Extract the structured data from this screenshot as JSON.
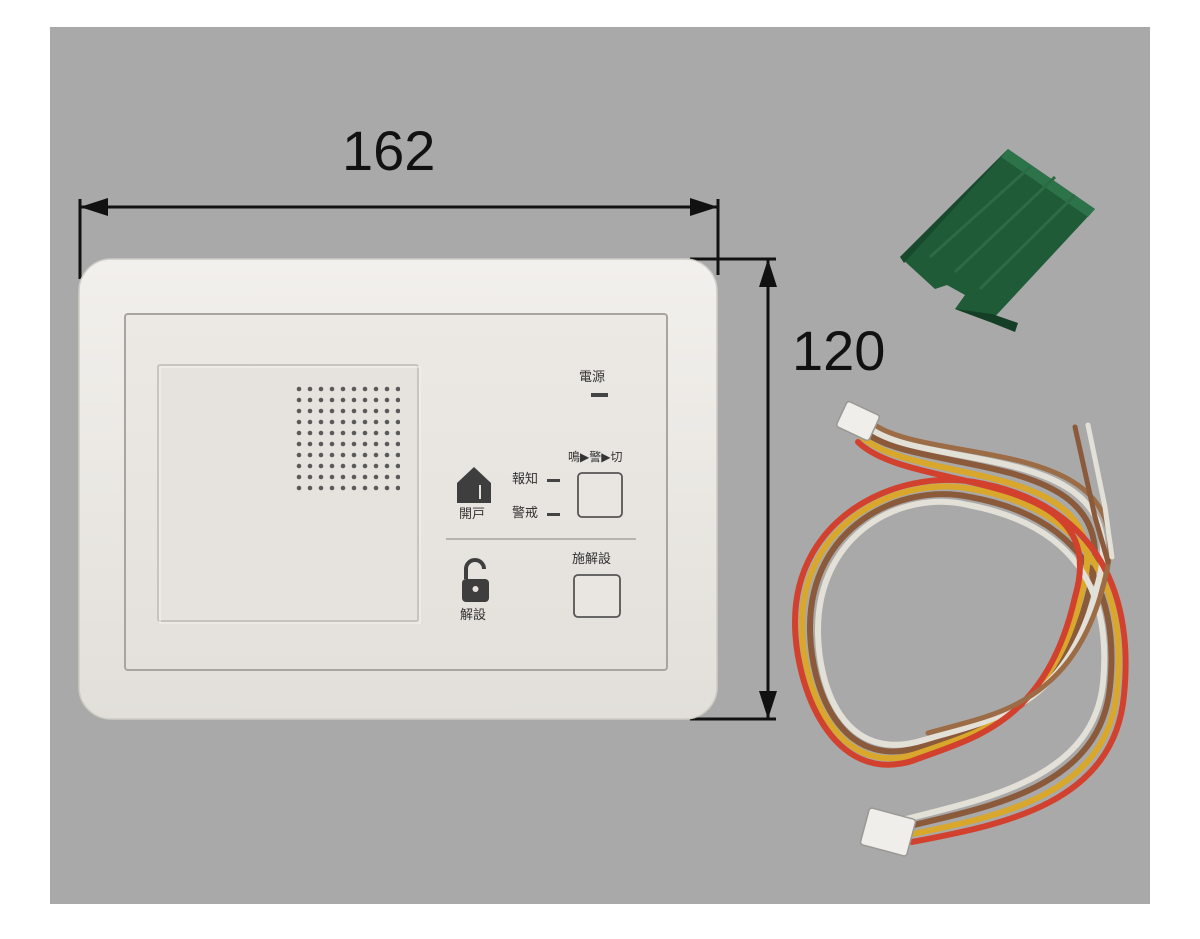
{
  "product_photo": {
    "dimensions": {
      "width": "162",
      "height": "120"
    },
    "panel": {
      "power_label": "電源",
      "notice_label": "報知",
      "guard_label": "警戒",
      "mode_label": "鳴▶警▶切",
      "door_open_label": "開戸",
      "unlock_label": "解設",
      "set_release_label": "施解設"
    }
  }
}
